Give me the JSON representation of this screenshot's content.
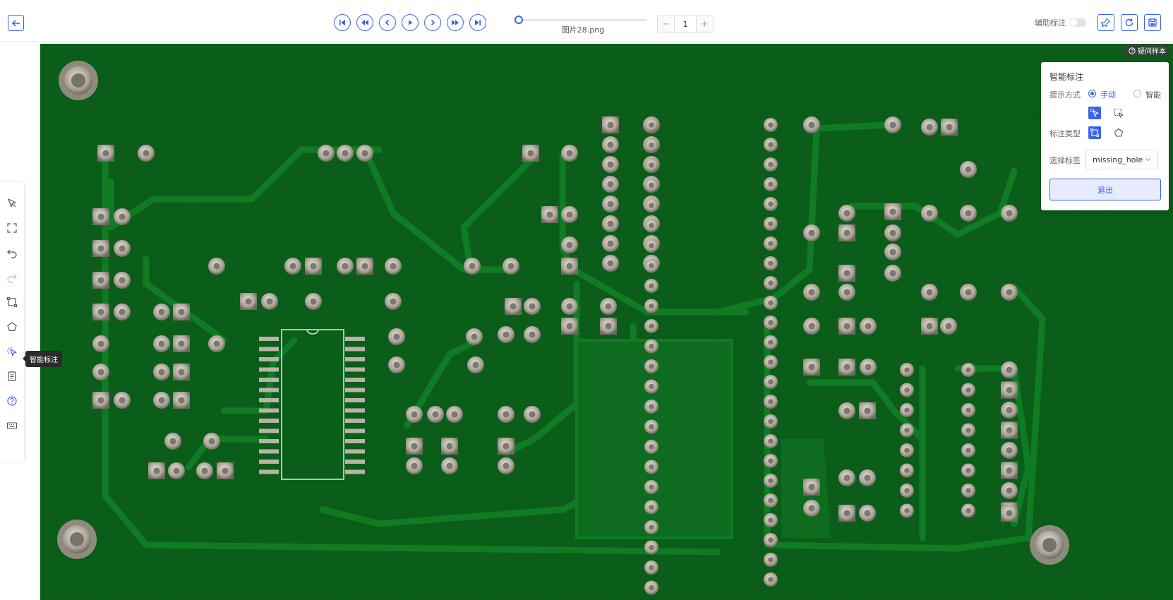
{
  "toolbar": {
    "filename": "图片28.png",
    "page_value": "1",
    "minus_label": "−",
    "plus_label": "+",
    "assist_label": "辅助标注",
    "assist_on": false,
    "progress": 0
  },
  "help_badge": {
    "label": "疑问样本"
  },
  "sidebar": {
    "tooltip": "智能标注",
    "active_tool": "smart-annotate"
  },
  "panel": {
    "title": "智能标注",
    "prompt_label": "提示方式",
    "prompt_options": [
      "手动",
      "智能"
    ],
    "prompt_selected": "手动",
    "type_label": "标注类型",
    "tag_label": "选择标签",
    "tag_value": "missing_hole",
    "exit_label": "退出"
  },
  "colors": {
    "accent": "#3c63e8",
    "board": "#0b5e19",
    "trace": "#0d7a22",
    "pad": "#c8c2b8"
  }
}
